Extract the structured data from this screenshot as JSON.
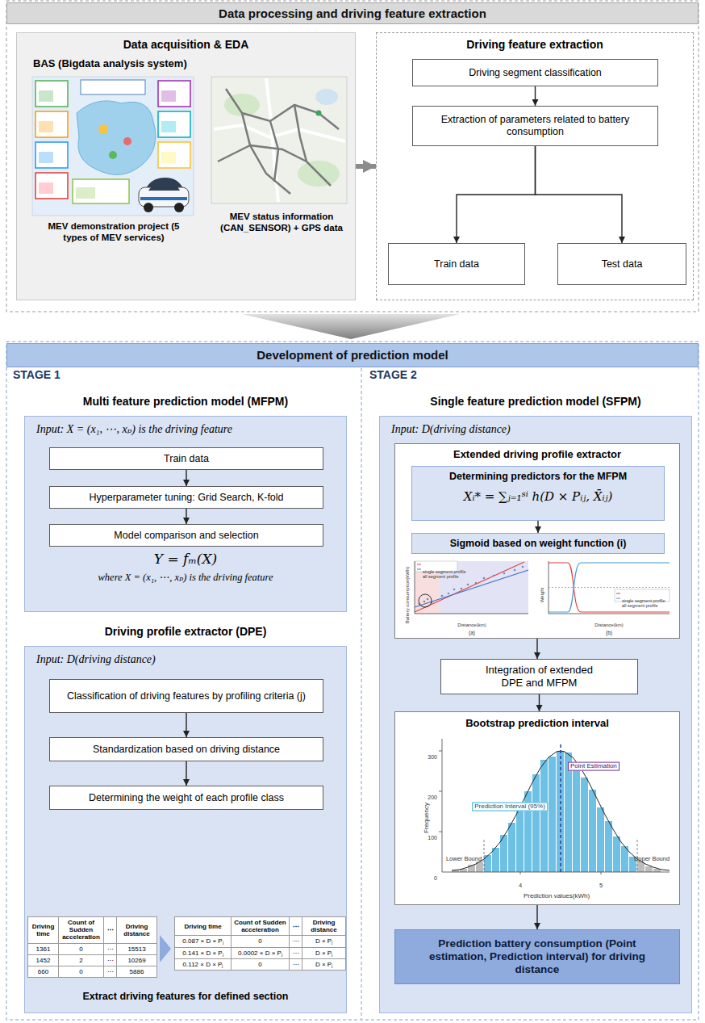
{
  "diagram": {
    "nodes": [
      {
        "text": [
          "Data processing and driving feature extraction"
        ]
      },
      {
        "text": [
          "Data acquisition & EDA",
          "BAS (Bigdata analysis system)",
          "MEV demonstration project (5 types of MEV services)",
          "MEV status information (CAN_SENSOR) + GPS data"
        ]
      },
      {
        "text": [
          "Driving feature extraction"
        ]
      },
      {
        "text": [
          "Driving segment classification"
        ],
        "in": 2
      },
      {
        "text": [
          "Extraction of parameters related to battery consumption"
        ],
        "in": 2
      },
      {
        "text": [
          "Train data"
        ],
        "in": 2
      },
      {
        "text": [
          "Test data"
        ],
        "in": 2
      },
      {
        "text": [
          "Development of prediction model"
        ]
      },
      {
        "text": [
          "Multi feature prediction model (MFPM)",
          "Input: X = (x₁, ⋯, xₚ) is the driving feature",
          "Y = fₘ(X)",
          "where X = (x₁, ⋯, xₚ) is the driving feature"
        ]
      },
      {
        "text": [
          "Train data"
        ],
        "in": 8
      },
      {
        "text": [
          "Hyperparameter tuning: Grid Search, K-fold"
        ],
        "in": 8
      },
      {
        "text": [
          "Model comparison and selection"
        ],
        "in": 8
      },
      {
        "text": [
          "Driving profile extractor (DPE)",
          "Input: D(driving distance)",
          "Extract driving features for defined section"
        ]
      },
      {
        "text": [
          "Classification of driving features by profiling criteria (j)"
        ],
        "in": 12
      },
      {
        "text": [
          "Standardization based on driving distance"
        ],
        "in": 12
      },
      {
        "text": [
          "Determining the weight of each profile class"
        ],
        "in": 12
      },
      {
        "text": [
          "Single feature prediction model (SFPM)",
          "Input: D(driving distance)"
        ]
      },
      {
        "text": [
          "Extended driving profile extractor"
        ],
        "in": 16
      },
      {
        "text": [
          "Determining predictors for the MFPM",
          "Xᵢ* = ∑ⱼ₌₁ˢⁱ h(D × Pᵢⱼ, X̄ᵢⱼ)"
        ],
        "in": 17
      },
      {
        "text": [
          "Sigmoid based on weight function (i)"
        ],
        "in": 17
      },
      {
        "text": [
          "Integration of extended DPE and MFPM"
        ],
        "in": 16
      },
      {
        "text": [
          "Bootstrap prediction interval"
        ],
        "in": 16
      },
      {
        "text": [
          "Prediction battery consumption (Point estimation, Prediction interval) for driving distance"
        ],
        "in": 16
      }
    ],
    "edges": [
      {
        "from": 1,
        "to": 2,
        "arrow": "to"
      },
      {
        "from": 3,
        "to": 4,
        "arrow": "to"
      },
      {
        "from": 4,
        "to": 5,
        "arrow": "to"
      },
      {
        "from": 4,
        "to": 6,
        "arrow": "to"
      },
      {
        "from": 9,
        "to": 10,
        "arrow": "to"
      },
      {
        "from": 10,
        "to": 11,
        "arrow": "to"
      },
      {
        "from": 13,
        "to": 14,
        "arrow": "to"
      },
      {
        "from": 14,
        "to": 15,
        "arrow": "to"
      },
      {
        "from": 18,
        "to": 19,
        "arrow": "to"
      },
      {
        "from": 17,
        "to": 20,
        "arrow": "to"
      },
      {
        "from": 20,
        "to": 21,
        "arrow": "to"
      },
      {
        "from": 21,
        "to": 22,
        "arrow": "to"
      }
    ],
    "labels": [
      "STAGE 1",
      "STAGE 2",
      "Driving time",
      "Count of Sudden acceleration",
      "⋯",
      "Driving distance",
      "1361",
      "0",
      "⋯",
      "15513",
      "1452",
      "2",
      "⋯",
      "10269",
      "660",
      "0",
      "⋯",
      "5886",
      "Driving time",
      "Count of Sudden acceleration",
      "⋯",
      "Driving distance",
      "0.087 × D × Pⱼ",
      "0",
      "⋯",
      "D × Pⱼ",
      "0.141 × D × Pⱼ",
      "0.0002 × D × Pⱼ",
      "⋯",
      "D × Pⱼ",
      "0.112 × D × Pⱼ",
      "0",
      "⋯",
      "D × Pⱼ",
      "single segment profile",
      "all segment profile",
      "Battery consumption(kWh)",
      "Distance(km)",
      "(a)",
      "single segment profile",
      "all segment profile",
      "Weight",
      "Distance(km)",
      "(b)",
      "Point Estimation",
      "Prediction Interval (95%)",
      "Lower Bound",
      "Upper Bound",
      "Prediction values(kWh)",
      "Frequency",
      "4",
      "5",
      "0",
      "100",
      "200",
      "300"
    ]
  }
}
